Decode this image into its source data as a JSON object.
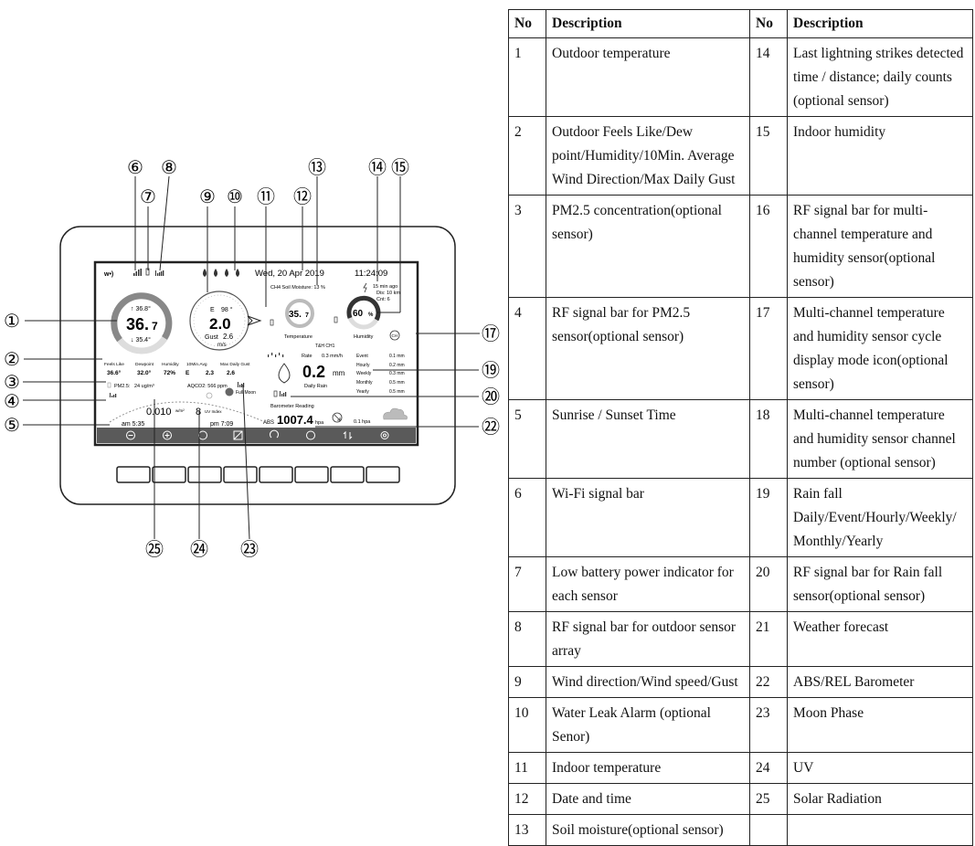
{
  "table": {
    "headers": {
      "no": "No",
      "description": "Description"
    },
    "rows": [
      {
        "no1": "1",
        "desc1": "Outdoor temperature",
        "no2": "14",
        "desc2": "Last lightning strikes detected time / distance; daily counts (optional sensor)"
      },
      {
        "no1": "2",
        "desc1": "Outdoor Feels Like/Dew point/Humidity/10Min. Average Wind Direction/Max Daily Gust",
        "no2": "15",
        "desc2": "Indoor humidity"
      },
      {
        "no1": "3",
        "desc1": "PM2.5 concentration(optional sensor)",
        "no2": "16",
        "desc2": "RF signal bar for multi-channel temperature and humidity sensor(optional sensor)"
      },
      {
        "no1": "4",
        "desc1": "RF signal bar for PM2.5 sensor(optional sensor)",
        "no2": "17",
        "desc2": "Multi-channel temperature and humidity sensor cycle display mode icon(optional sensor)"
      },
      {
        "no1": "5",
        "desc1": "Sunrise / Sunset Time",
        "no2": "18",
        "desc2": "Multi-channel temperature and humidity sensor channel number (optional sensor)"
      },
      {
        "no1": "6",
        "desc1": "Wi-Fi signal bar",
        "no2": "19",
        "desc2": "Rain fall Daily/Event/Hourly/Weekly/ Monthly/Yearly"
      },
      {
        "no1": "7",
        "desc1": "Low battery power indicator for each sensor",
        "no2": "20",
        "desc2": "RF signal bar for Rain fall sensor(optional sensor)"
      },
      {
        "no1": "8",
        "desc1": "RF signal bar for outdoor sensor array",
        "no2": "21",
        "desc2": "Weather forecast"
      },
      {
        "no1": "9",
        "desc1": "Wind direction/Wind speed/Gust",
        "no2": "22",
        "desc2": "ABS/REL Barometer"
      },
      {
        "no1": "10",
        "desc1": "Water Leak Alarm (optional Senor)",
        "no2": "23",
        "desc2": "Moon Phase"
      },
      {
        "no1": "11",
        "desc1": "Indoor temperature",
        "no2": "24",
        "desc2": "UV"
      },
      {
        "no1": "12",
        "desc1": "Date and time",
        "no2": "25",
        "desc2": "Solar Radiation"
      },
      {
        "no1": "13",
        "desc1": "Soil moisture(optional sensor)",
        "no2": "",
        "desc2": ""
      }
    ]
  },
  "callouts": {
    "c1": "①",
    "c2": "②",
    "c3": "③",
    "c4": "④",
    "c5": "⑤",
    "c6": "⑥",
    "c7": "⑦",
    "c8": "⑧",
    "c9": "⑨",
    "c10": "⑩",
    "c11": "⑪",
    "c12": "⑫",
    "c13": "⑬",
    "c14": "⑭",
    "c15": "⑮",
    "c17": "⑰",
    "c19": "⑲",
    "c20": "⑳",
    "c22": "㉒",
    "c23": "㉓",
    "c24": "㉔",
    "c25": "㉕"
  },
  "screen": {
    "wifi": "w•)",
    "datetime": {
      "date": "Wed, 20  Apr  2019",
      "time": "11:24:09"
    },
    "soil": "CH4 Soil Moisture: 13 %",
    "lightning": {
      "ago": "15 min ago",
      "dis": "Dis: 10 km",
      "cnt": "Cnt:  6"
    },
    "outdoor": {
      "high": "↑ 36.8°",
      "temp": "36.",
      "temp_decimal": "7",
      "low": "↓ 35.4°"
    },
    "wind": {
      "dir": "E",
      "deg": "98 °",
      "speed": "2.0",
      "gust_label": "Gust",
      "gust": "2.6",
      "unit": "m/s"
    },
    "indoor": {
      "temp": "35.",
      "temp_decimal": "7",
      "label": "Temperature"
    },
    "humidity": {
      "value": "60",
      "unit": "%",
      "label": "Humidity"
    },
    "channel": "CH",
    "th_label": "T&H CH1",
    "stats": {
      "feels_label": "Feels Like",
      "feels": "36.6°",
      "dew_label": "Dewpoint",
      "dew": "32.0°",
      "hum_label": "Humidity",
      "hum": "72%",
      "avg_label": "10Min.Avg",
      "avg_dir": "E",
      "avg": "2.3",
      "gust_label": "Max Daily Gust",
      "gust": "2.6"
    },
    "pm25": {
      "label": "PM2.5:",
      "value": "24 ug/m³"
    },
    "aqco2": "AQCO2: 566  ppm",
    "rain": {
      "rate_label": "Rate",
      "rate": "0.3 mm/h",
      "daily": "0.2",
      "unit": "mm",
      "daily_label": "Daily Rain",
      "rows": [
        {
          "label": "Event",
          "value": "0.1 mm"
        },
        {
          "label": "Hourly",
          "value": "0.2 mm"
        },
        {
          "label": "Weekly",
          "value": "0.3 mm"
        },
        {
          "label": "Monthly",
          "value": "0.5 mm"
        },
        {
          "label": "Yearly",
          "value": "0.5 mm"
        }
      ]
    },
    "solar": {
      "value": "0.010",
      "unit": "w/m²"
    },
    "uv": {
      "value": "8",
      "label": "UV Index"
    },
    "moon": "Full Moon",
    "sunrise": "am 5:35",
    "sunset": "pm 7:09",
    "baro": {
      "label": "Barometer Reading",
      "abs": "ABS",
      "value": "1007.4",
      "unit": "hpa",
      "trend": "0.1 hpa"
    }
  }
}
